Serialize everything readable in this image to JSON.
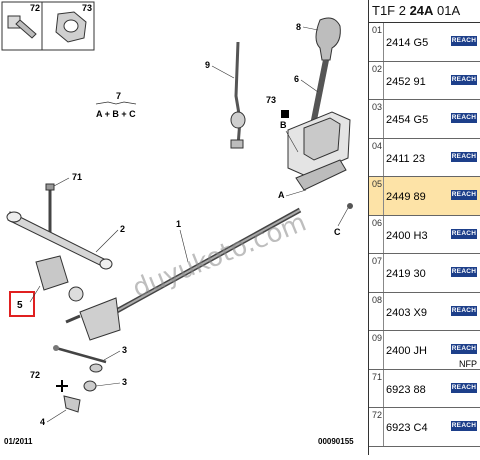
{
  "header": {
    "prefix": "T1F 2 ",
    "bold": "24A",
    "suffix": " 01A"
  },
  "diagram": {
    "footer_left": "01/2011",
    "footer_right": "00090155",
    "watermark": "duyukoto.com",
    "formula_number": "7",
    "formula": "A + B + C",
    "callouts": {
      "c72_top": "72",
      "c73_top": "73",
      "c8": "8",
      "c9": "9",
      "c6": "6",
      "c73": "73",
      "c7": "7",
      "cB": "B",
      "cA": "A",
      "cC": "C",
      "c71": "71",
      "c1": "1",
      "c2": "2",
      "c5": "5",
      "c3a": "3",
      "c3b": "3",
      "c72": "72",
      "c4": "4"
    }
  },
  "parts": [
    {
      "idx": "01",
      "ref": "2414 G5",
      "badge": "REACH",
      "note": ""
    },
    {
      "idx": "02",
      "ref": "2452 91",
      "badge": "REACH",
      "note": ""
    },
    {
      "idx": "03",
      "ref": "2454 G5",
      "badge": "REACH",
      "note": ""
    },
    {
      "idx": "04",
      "ref": "2411 23",
      "badge": "REACH",
      "note": ""
    },
    {
      "idx": "05",
      "ref": "2449 89",
      "badge": "REACH",
      "note": ""
    },
    {
      "idx": "06",
      "ref": "2400 H3",
      "badge": "REACH",
      "note": ""
    },
    {
      "idx": "07",
      "ref": "2419 30",
      "badge": "REACH",
      "note": ""
    },
    {
      "idx": "08",
      "ref": "2403 X9",
      "badge": "REACH",
      "note": ""
    },
    {
      "idx": "09",
      "ref": "2400 JH",
      "badge": "REACH",
      "note": "NFP"
    },
    {
      "idx": "71",
      "ref": "6923 88",
      "badge": "REACH",
      "note": ""
    },
    {
      "idx": "72",
      "ref": "6923 C4",
      "badge": "REACH",
      "note": ""
    }
  ],
  "colors": {
    "selected_row": "#fde3a7",
    "badge": "#1d3f8a",
    "highlight_box": "#e02020"
  }
}
